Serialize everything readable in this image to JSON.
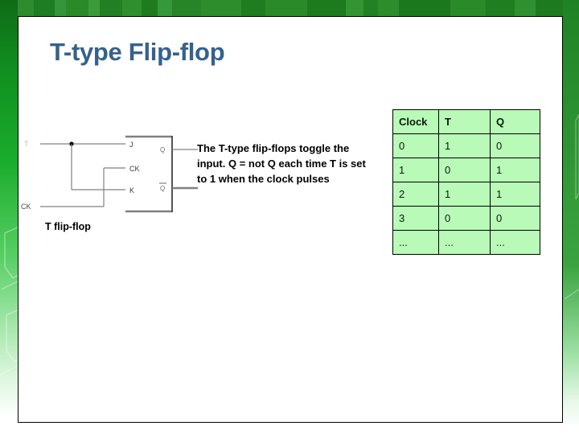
{
  "slide": {
    "title": "T-type Flip-flop",
    "title_color": "#36618E",
    "frame_border_color": "#000000",
    "background_color": "#FFFFFF"
  },
  "decor": {
    "band_top_color": "#228122",
    "band_left_color": "#11901F",
    "band_right_color": "#2E9433"
  },
  "body": {
    "paragraph": "The T-type flip-flops toggle the input.  Q = not Q each time T is set to 1 when the clock pulses"
  },
  "diagram": {
    "caption": "T flip-flop",
    "input_t_label": "T",
    "input_ck_label": "CK",
    "box_inputs": [
      "J",
      "CK",
      "K"
    ],
    "box_outputs": [
      "Q",
      "Q̅"
    ],
    "line_color": "#808080",
    "junction_color": "#000000"
  },
  "table": {
    "headers": [
      "Clock",
      "T",
      "Q"
    ],
    "rows": [
      [
        "0",
        "1",
        "0"
      ],
      [
        "1",
        "0",
        "1"
      ],
      [
        "2",
        "1",
        "1"
      ],
      [
        "3",
        "0",
        "0"
      ],
      [
        "...",
        "...",
        "..."
      ]
    ],
    "cell_background": "#B9FAB9",
    "border_color": "#000000"
  }
}
